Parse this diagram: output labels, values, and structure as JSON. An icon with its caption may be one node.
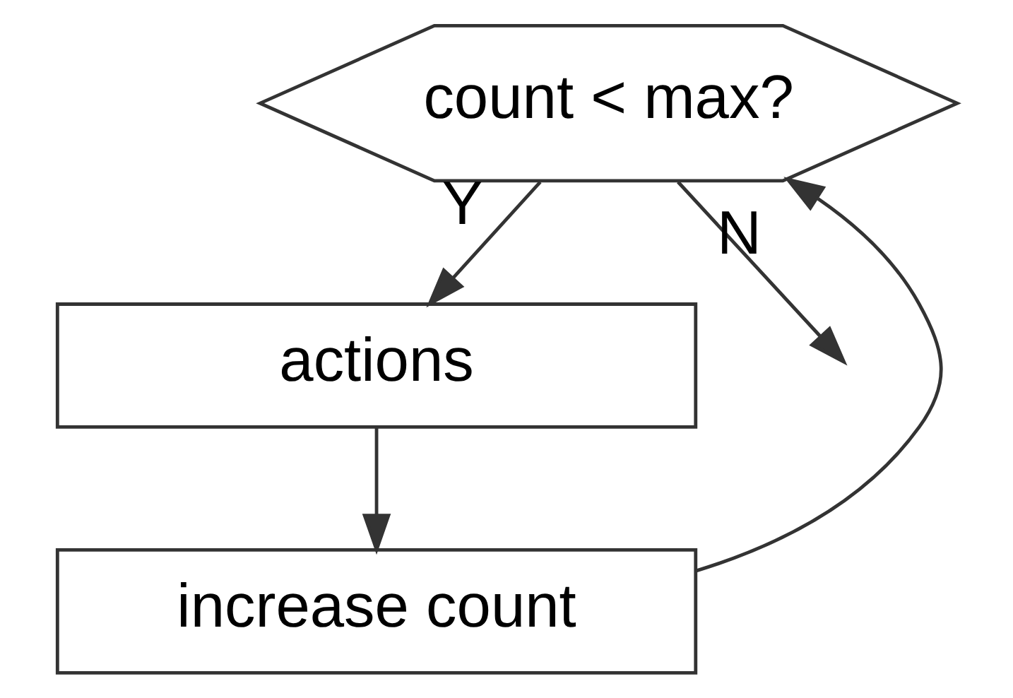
{
  "diagram": {
    "nodes": [
      {
        "text": [
          "count < max?"
        ]
      },
      {
        "text": [
          "actions"
        ]
      },
      {
        "text": [
          "increase count"
        ]
      }
    ],
    "edges": [
      {
        "from": 0,
        "to": 1,
        "arrow": "to",
        "label": "Y"
      },
      {
        "from": 1,
        "to": 2,
        "arrow": "to"
      },
      {
        "from": 2,
        "to": 0,
        "arrow": "to"
      },
      {
        "from": 0,
        "to": null,
        "arrow": "to",
        "label": "N"
      }
    ]
  }
}
